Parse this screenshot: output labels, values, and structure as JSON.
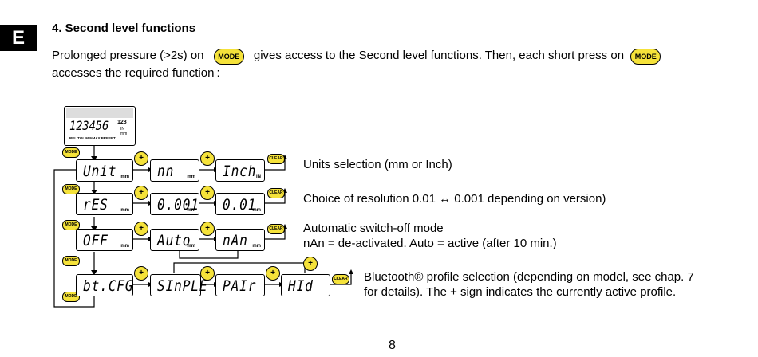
{
  "section_tab": "E",
  "heading": "4. Second level functions",
  "intro": {
    "part1": "Prolonged pressure (>2s) on",
    "part2": "gives access to the Second level functions. Then, each short press on",
    "part3": "accesses the required function :"
  },
  "buttons": {
    "mode": "MODE",
    "clear": "CLEAR",
    "plus": "+"
  },
  "device_display": {
    "main_value": "123456",
    "sub_value": "128",
    "unit_in": "IN",
    "unit_mm": "mm",
    "status_bar": "REL TOL MINMAX PRESET"
  },
  "rows": [
    {
      "menu": "Unit",
      "options": [
        {
          "text": "nn",
          "unit": "mm"
        },
        {
          "text": "Inch",
          "unit": "IN"
        }
      ],
      "description": [
        "Units selection (mm or Inch)"
      ]
    },
    {
      "menu": "rES",
      "options": [
        {
          "text": "0.001",
          "unit": "mm"
        },
        {
          "text": "0.01",
          "unit": "mm"
        }
      ],
      "description": [
        "Choice of resolution 0.01 ↔ 0.001 depending on version)"
      ]
    },
    {
      "menu": "OFF",
      "options": [
        {
          "text": "Auto",
          "unit": "mm"
        },
        {
          "text": "nAn",
          "unit": "mm"
        }
      ],
      "description": [
        "Automatic switch-off mode",
        "nAn = de-activated.  Auto = active (after 10 min.)"
      ]
    },
    {
      "menu": "bt.CFG",
      "options": [
        {
          "text": "SInPLE",
          "unit": ""
        },
        {
          "text": "PAIr",
          "unit": ""
        },
        {
          "text": "HId",
          "unit": ""
        }
      ],
      "description": [
        "Bluetooth® profile selection (depending on model, see chap. 7",
        "for details). The + sign indicates the currently active profile."
      ]
    }
  ],
  "page_number": "8"
}
